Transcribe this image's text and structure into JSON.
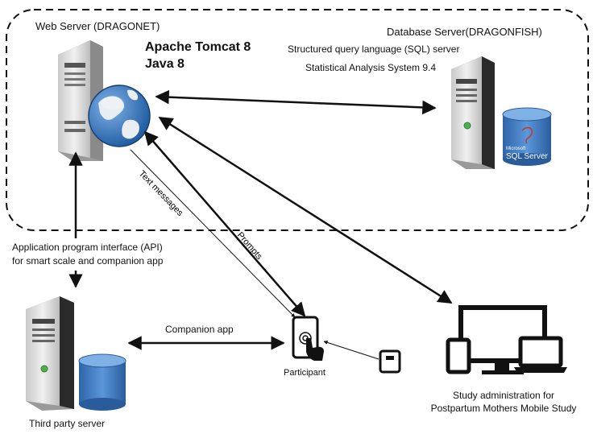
{
  "web_server": {
    "title": "Web Server (DRAGONET)",
    "stack": [
      "Apache Tomcat 8",
      "Java 8"
    ],
    "overlay_text": "Apach"
  },
  "database_server": {
    "title": "Database Server(DRAGONFISH)",
    "services": [
      "Structured query language (SQL) server",
      "Statistical Analysis System 9.4"
    ],
    "db_logo_text": "SQL Server",
    "db_logo_small": "Microsoft"
  },
  "api": {
    "label_lines": [
      "Application program interface (API)",
      "for smart scale and companion app"
    ]
  },
  "links": {
    "text_messages": "Text messages",
    "prompts": "Prompts",
    "companion_app": "Companion app"
  },
  "participant": {
    "label": "Participant"
  },
  "third_party": {
    "label": "Third party server"
  },
  "study_admin": {
    "label_lines": [
      "Study administration for",
      "Postpartum Mothers Mobile Study"
    ]
  },
  "colors": {
    "line": "#111111",
    "globe_ocean": "#2f6fb5",
    "globe_land": "#e8eef2",
    "db_cylinder": "#3a78c2",
    "server_body": "#d7d7d7",
    "server_dark": "#2a2a2a",
    "led_green": "#4caf50"
  }
}
